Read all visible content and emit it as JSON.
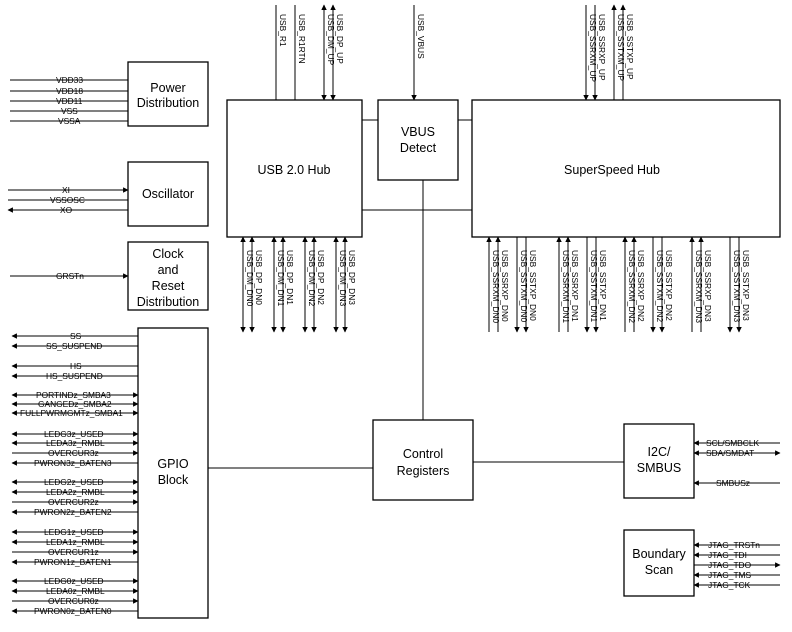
{
  "blocks": {
    "power": [
      "Power",
      "Distribution"
    ],
    "oscillator": [
      "Oscillator"
    ],
    "clock": [
      "Clock",
      "and",
      "Reset",
      "Distribution"
    ],
    "gpio": [
      "GPIO",
      "Block"
    ],
    "usb2hub": [
      "USB 2.0 Hub"
    ],
    "vbus": [
      "VBUS",
      "Detect"
    ],
    "sshub": [
      "SuperSpeed Hub"
    ],
    "control": [
      "Control",
      "Registers"
    ],
    "i2c": [
      "I2C/",
      "SMBUS"
    ],
    "boundary": [
      "Boundary",
      "Scan"
    ]
  },
  "signals": {
    "vdd33": "VDD33",
    "vdd18": "VDD18",
    "vdd11": "VDD11",
    "vss": "VSS",
    "vssa": "VSSA",
    "xi": "XI",
    "vssosc": "VSSOSC",
    "xo": "XO",
    "grstn": "GRSTn",
    "ss": "SS",
    "ss_suspend": "SS_SUSPEND",
    "hs": "HS",
    "hs_suspend": "HS_SUSPEND",
    "portind": "PORTINDz_SMBA3",
    "ganged": "GANGEDz_SMBA2",
    "fullpwr": "FULLPWRMGMTz_SMBA1",
    "ledg3": "LEDG3z_USED",
    "leda3": "LEDA3z_RMBL",
    "overcur3": "OVERCUR3z",
    "pwron3": "PWRON3z_BATEN3",
    "ledg2": "LEDG2z_USED",
    "leda2": "LEDA2z_RMBL",
    "overcur2": "OVERCUR2z",
    "pwron2": "PWRON2z_BATEN2",
    "ledg1": "LEDG1z_USED",
    "leda1": "LEDA1z_RMBL",
    "overcur1": "OVERCUR1z",
    "pwron1": "PWRON1z_BATEN1",
    "ledg0": "LEDG0z_USED",
    "leda0": "LEDA0z_RMBL",
    "overcur0": "OVERCUR0z",
    "pwron0": "PWRON0z_BATEN0",
    "usb_r1": "USB_R1",
    "usb_r1rtn": "USB_R1RTN",
    "usb_dm_up": "USB_DM_UP",
    "usb_dp_up": "USB_DP_UP",
    "usb_vbus": "USB_VBUS",
    "usb_ssrxm_up": "USB_SSRXM_UP",
    "usb_ssrxp_up": "USB_SSRXP_UP",
    "usb_sstxm_up": "USB_SSTXM_UP",
    "usb_sstxp_up": "USB_SSTXP_UP",
    "usb_dm_dn0": "USB_DM_DN0",
    "usb_dp_dn0": "USB_DP_DN0",
    "usb_dm_dn1": "USB_DM_DN1",
    "usb_dp_dn1": "USB_DP_DN1",
    "usb_dm_dn2": "USB_DM_DN2",
    "usb_dp_dn2": "USB_DP_DN2",
    "usb_dm_dn3": "USB_DM_DN3",
    "usb_dp_dn3": "USB_DP_DN3",
    "usb_ssrxm_dn0": "USB_SSRXM_DN0",
    "usb_ssrxp_dn0": "USB_SSRXP_DN0",
    "usb_sstxm_dn0": "USB_SSTXM_DN0",
    "usb_sstxp_dn0": "USB_SSTXP_DN0",
    "usb_ssrxm_dn1": "USB_SSRXM_DN1",
    "usb_ssrxp_dn1": "USB_SSRXP_DN1",
    "usb_sstxm_dn1": "USB_SSTXM_DN1",
    "usb_sstxp_dn1": "USB_SSTXP_DN1",
    "usb_ssrxm_dn2": "USB_SSRXM_DN2",
    "usb_ssrxp_dn2": "USB_SSRXP_DN2",
    "usb_sstxm_dn2": "USB_SSTXM_DN2",
    "usb_sstxp_dn2": "USB_SSTXP_DN2",
    "usb_ssrxm_dn3": "USB_SSRXM_DN3",
    "usb_ssrxp_dn3": "USB_SSRXP_DN3",
    "usb_sstxm_dn3": "USB_SSTXM_DN3",
    "usb_sstxp_dn3": "USB_SSTXP_DN3",
    "scl": "SCL/SMBCLK",
    "sda": "SDA/SMDAT",
    "smbusz": "SMBUSz",
    "jtag_trstn": "JTAG_TRSTn",
    "jtag_tdi": "JTAG_TDI",
    "jtag_tdo": "JTAG_TDO",
    "jtag_tms": "JTAG_TMS",
    "jtag_tck": "JTAG_TCK"
  }
}
